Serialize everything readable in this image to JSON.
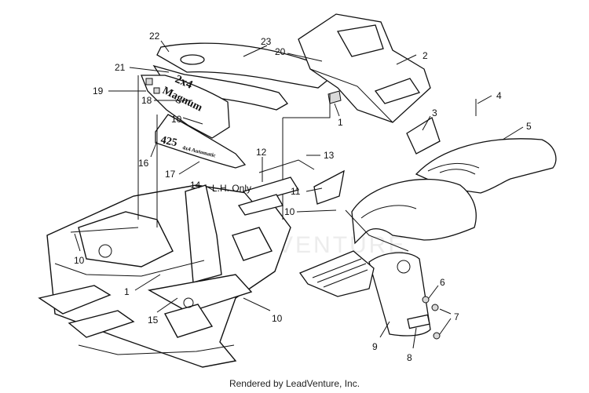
{
  "callouts": [
    {
      "label": "22"
    },
    {
      "label": "23"
    },
    {
      "label": "20"
    },
    {
      "label": "2"
    },
    {
      "label": "21"
    },
    {
      "label": "19"
    },
    {
      "label": "18"
    },
    {
      "label": "10"
    },
    {
      "label": "1"
    },
    {
      "label": "4"
    },
    {
      "label": "3"
    },
    {
      "label": "5"
    },
    {
      "label": "16"
    },
    {
      "label": "17"
    },
    {
      "label": "12"
    },
    {
      "label": "13"
    },
    {
      "label": "14"
    },
    {
      "label": "11"
    },
    {
      "label": "10"
    },
    {
      "label": "10"
    },
    {
      "label": "1"
    },
    {
      "label": "15"
    },
    {
      "label": "10"
    },
    {
      "label": "6"
    },
    {
      "label": "7"
    },
    {
      "label": "9"
    },
    {
      "label": "8"
    }
  ],
  "decals": {
    "line1": "2x4",
    "line2": "Magnum",
    "badge": "425",
    "badge_small": "4x4 Automatic"
  },
  "note_lh": "L.H. Only",
  "watermark": "LEADVENTURE",
  "footer": "Rendered by LeadVenture, Inc."
}
